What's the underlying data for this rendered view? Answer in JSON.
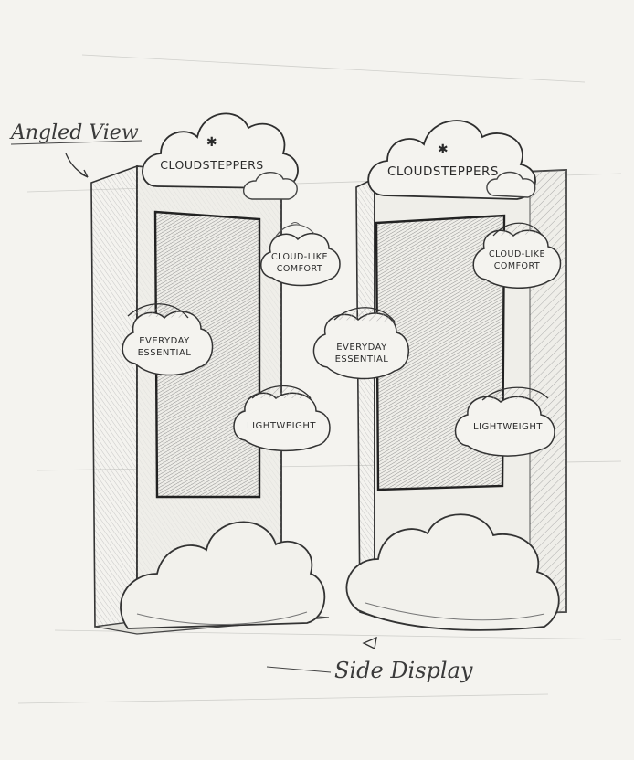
{
  "labels": {
    "angled_view": "Angled View",
    "side_display": "Side Display"
  },
  "left_unit": {
    "brand": "CLOUDSTEPPERS",
    "badge_comfort_1": "CLOUD-LIKE",
    "badge_comfort_2": "COMFORT",
    "badge_essential_1": "EVERYDAY",
    "badge_essential_2": "ESSENTIAL",
    "badge_light": "LIGHTWEIGHT"
  },
  "right_unit": {
    "brand": "CLOUDSTEPPERS",
    "badge_comfort_1": "CLOUD-LIKE",
    "badge_comfort_2": "COMFORT",
    "badge_essential_1": "EVERYDAY",
    "badge_essential_2": "ESSENTIAL",
    "badge_light": "LIGHTWEIGHT"
  },
  "colors": {
    "paper": "#f4f3ef",
    "pencil": "#3a3a3a",
    "shade": "#8d8d8d"
  },
  "icons": [
    "asterisk-logo-icon",
    "arrow-pointer-icon",
    "bird-icon"
  ]
}
